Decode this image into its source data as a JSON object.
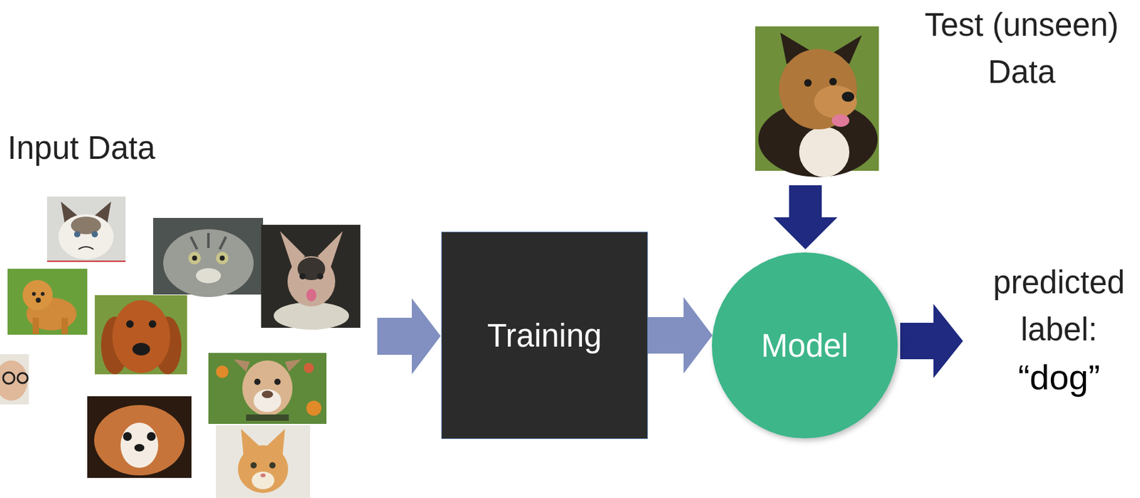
{
  "diagram": {
    "nodes": [
      {
        "text": [
          "Training"
        ]
      },
      {
        "text": [
          "Model"
        ]
      }
    ],
    "edges": [
      {
        "from": 0,
        "to": 1,
        "arrow": "to"
      }
    ],
    "labels": [
      "Input Data",
      "Test (unseen) Data",
      "predicted label:",
      "“dog”"
    ]
  }
}
